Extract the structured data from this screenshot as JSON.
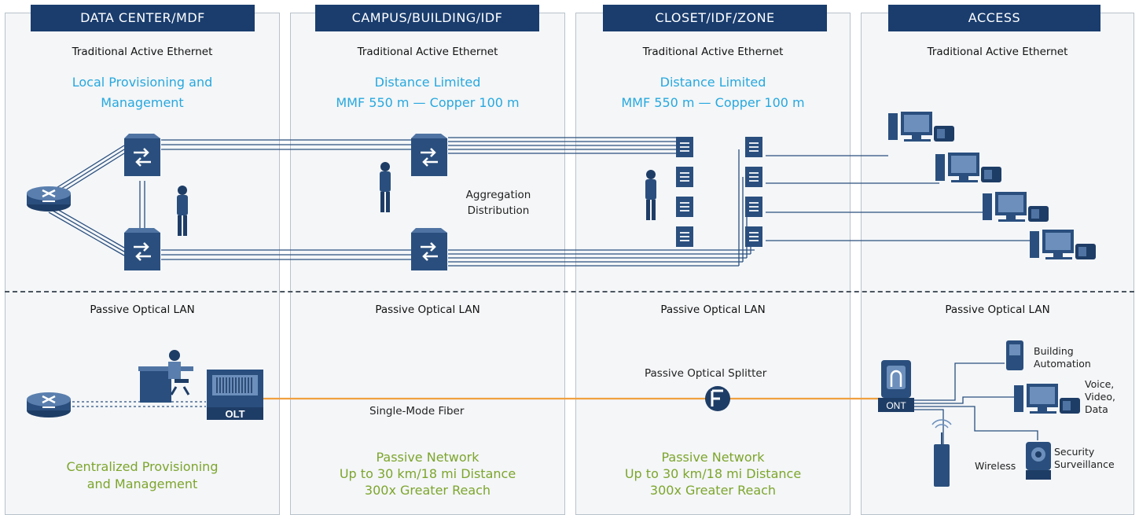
{
  "tabs": [
    "DATA CENTER/MDF",
    "CAMPUS/BUILDING/IDF",
    "CLOSET/IDF/ZONE",
    "ACCESS"
  ],
  "top_subtitles": [
    "Traditional Active Ethernet",
    "Traditional Active Ethernet",
    "Traditional Active Ethernet",
    "Traditional Active Ethernet"
  ],
  "top_notes": {
    "mdf": [
      "Local Provisioning and",
      "Management"
    ],
    "campus": [
      "Distance Limited",
      "MMF 550 m — Copper 100 m"
    ],
    "closet": [
      "Distance Limited",
      "MMF 550 m — Copper 100 m"
    ]
  },
  "aggregation_label": [
    "Aggregation",
    "Distribution"
  ],
  "bottom_subtitles": [
    "Passive Optical LAN",
    "Passive Optical LAN",
    "Passive Optical LAN",
    "Passive Optical LAN"
  ],
  "olt_label": "OLT",
  "ont_label": "ONT",
  "fiber_label": "Single-Mode Fiber",
  "splitter_label": "Passive Optical Splitter",
  "bottom_notes": {
    "mdf": [
      "Centralized Provisioning",
      "and Management"
    ],
    "campus": [
      "Passive Network",
      "Up to 30 km/18 mi Distance",
      "300x Greater Reach"
    ],
    "closet": [
      "Passive Network",
      "Up to 30 km/18 mi Distance",
      "300x Greater Reach"
    ]
  },
  "access_labels": {
    "building_automation": [
      "Building",
      "Automation"
    ],
    "voice_video_data": [
      "Voice,",
      "Video,",
      "Data"
    ],
    "wireless": "Wireless",
    "security": [
      "Security",
      "Surveillance"
    ]
  },
  "colors": {
    "navy": "#1a3d6e",
    "blue_text": "#27a8de",
    "green_text": "#7da52c",
    "fiber": "#f0a040",
    "device": "#2a4f7e"
  }
}
